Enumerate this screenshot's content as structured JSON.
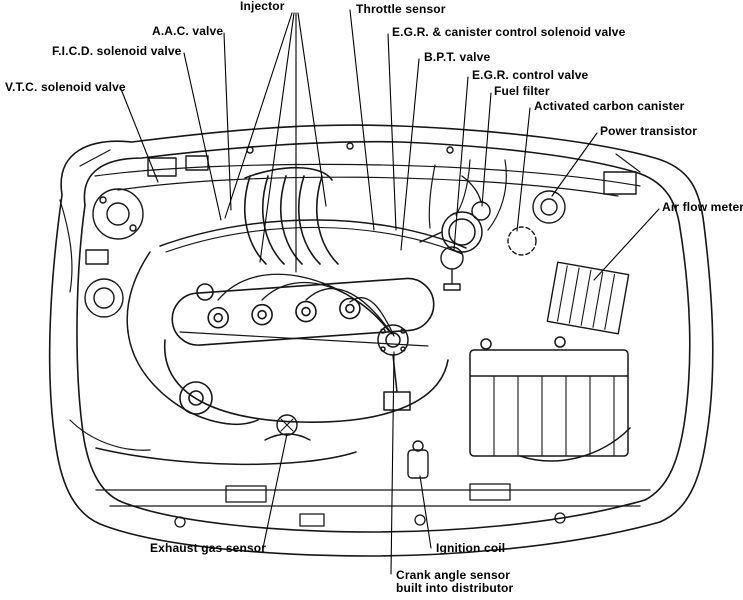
{
  "diagram": {
    "type": "engine-bay-component-location-diagram",
    "style": "black-and-white line art, service-manual callout figure",
    "ink_color": "#161616",
    "background_color": "#ffffff",
    "callouts": [
      {
        "id": "injector",
        "text": "Injector",
        "position": "top-center",
        "leader_count": 4
      },
      {
        "id": "throttle-sensor",
        "text": "Throttle sensor",
        "position": "top-center-right"
      },
      {
        "id": "aac-valve",
        "text": "A.A.C. valve",
        "position": "top-left"
      },
      {
        "id": "egr-canister-solenoid",
        "text": "E.G.R. & canister control solenoid valve",
        "position": "top-right"
      },
      {
        "id": "ficd-solenoid-valve",
        "text": "F.I.C.D. solenoid valve",
        "position": "upper-left"
      },
      {
        "id": "bpt-valve",
        "text": "B.P.T. valve",
        "position": "upper-center-right"
      },
      {
        "id": "vtc-solenoid-valve",
        "text": "V.T.C. solenoid valve",
        "position": "upper-far-left"
      },
      {
        "id": "egr-control-valve",
        "text": "E.G.R. control valve",
        "position": "upper-right"
      },
      {
        "id": "fuel-filter",
        "text": "Fuel filter",
        "position": "upper-right"
      },
      {
        "id": "activated-carbon-canister",
        "text": "Activated carbon canister",
        "position": "upper-right"
      },
      {
        "id": "power-transistor",
        "text": "Power transistor",
        "position": "right"
      },
      {
        "id": "air-flow-meter",
        "text": "Air flow meter",
        "position": "far-right"
      },
      {
        "id": "exhaust-gas-sensor",
        "text": "Exhaust gas sensor",
        "position": "bottom-left"
      },
      {
        "id": "ignition-coil",
        "text": "Ignition coil",
        "position": "bottom-center"
      },
      {
        "id": "crank-angle-sensor",
        "text": "Crank angle sensor\nbuilt into distributor",
        "position": "bottom-center"
      }
    ]
  }
}
